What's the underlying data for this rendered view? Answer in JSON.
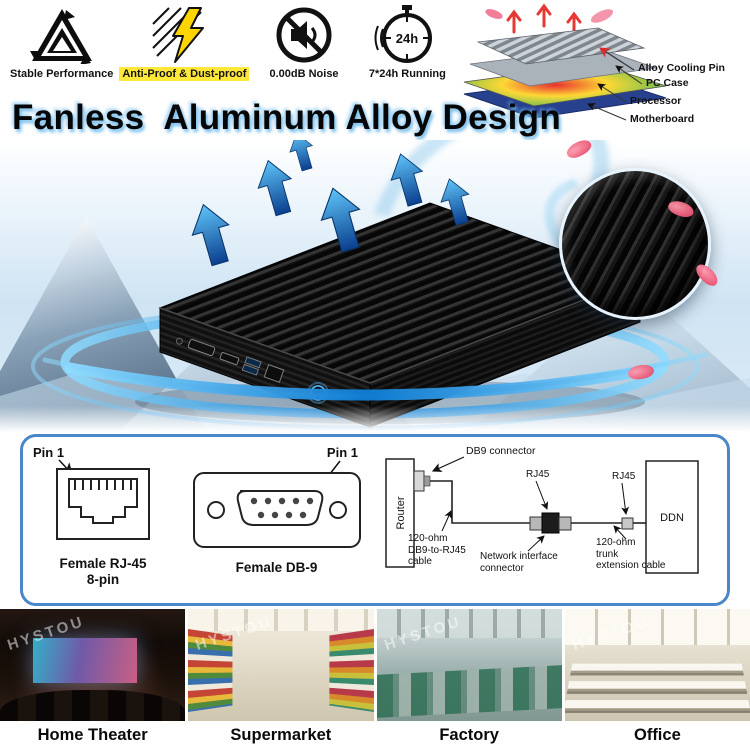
{
  "colors": {
    "accent_blue": "#1c7fd6",
    "panel_border": "#4a86c8",
    "highlight_yellow": "#ffe83a",
    "arrow_blue": "#0d47a1",
    "heat_red": "#e53935"
  },
  "features": [
    {
      "icon": "triangle-arrows-icon",
      "label": "Stable Performance"
    },
    {
      "icon": "lightning-dustproof-icon",
      "label": "Anti-Proof & Dust-proof"
    },
    {
      "icon": "no-noise-icon",
      "label": "0.00dB Noise"
    },
    {
      "icon": "stopwatch-icon",
      "label": "7*24h Running",
      "badge": "24h"
    }
  ],
  "exploded_view": {
    "labels": {
      "cooling_pin": "Alloy Cooling Pin",
      "pc_case": "PC Case",
      "processor": "Processor",
      "motherboard": "Motherboard"
    }
  },
  "headline": "Fanless  Aluminum Alloy Design",
  "connectors": {
    "rj45": {
      "pin": "Pin 1",
      "caption1": "Female RJ-45",
      "caption2": "8-pin"
    },
    "db9": {
      "pin": "Pin 1",
      "caption": "Female DB-9"
    },
    "network": {
      "db9_connector": "DB9 connector",
      "router": "Router",
      "rj45_left": "RJ45",
      "rj45_right": "RJ45",
      "ddn": "DDN",
      "cable_left": "120-ohm\nDB9-to-RJ45\ncable",
      "nic": "Network interface\nconnector",
      "cable_right": "120-ohm\ntrunk\nextension cable"
    }
  },
  "applications": [
    {
      "label": "Home Theater",
      "scene": "home-theater-photo"
    },
    {
      "label": "Supermarket",
      "scene": "supermarket-photo"
    },
    {
      "label": "Factory",
      "scene": "factory-photo"
    },
    {
      "label": "Office",
      "scene": "office-photo"
    }
  ],
  "watermark": "HYSTOU"
}
